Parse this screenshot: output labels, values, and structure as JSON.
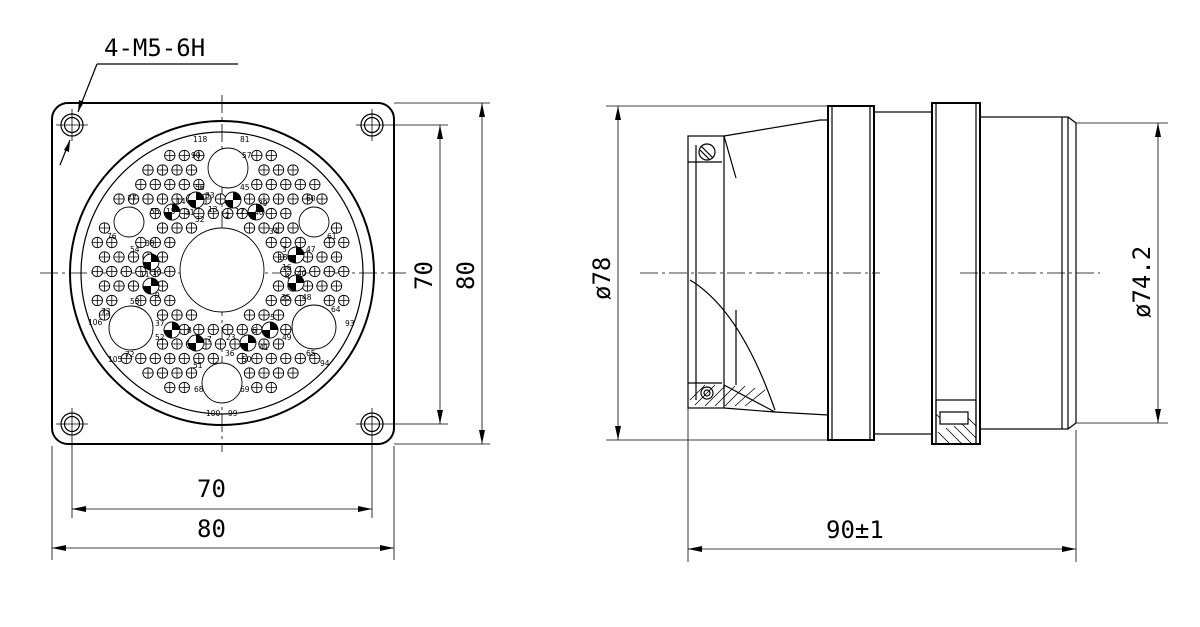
{
  "front_view": {
    "thread_callout": "4-M5-6H",
    "dim_hole_spacing_horizontal": "70",
    "dim_flange_width": "80",
    "dim_hole_spacing_vertical": "70",
    "dim_flange_height": "80",
    "pin_numbers": [
      "118",
      "81",
      "90",
      "57",
      "56",
      "33",
      "45",
      "14",
      "31",
      "32",
      "29",
      "13",
      "15",
      "12",
      "2",
      "46",
      "77",
      "55",
      "60",
      "76",
      "34",
      "61",
      "54",
      "38",
      "10",
      "3",
      "47",
      "16",
      "18",
      "4",
      "40",
      "73",
      "9",
      "11",
      "35",
      "48",
      "53",
      "106",
      "37",
      "8",
      "52",
      "7",
      "5",
      "6",
      "49",
      "93",
      "64",
      "72",
      "105",
      "51",
      "23",
      "36",
      "50",
      "41",
      "65",
      "94",
      "68",
      "100",
      "99",
      "69"
    ]
  },
  "side_view": {
    "dim_outer_diameter": "ø78",
    "dim_mating_diameter": "ø74.2",
    "dim_length": "90±1"
  }
}
